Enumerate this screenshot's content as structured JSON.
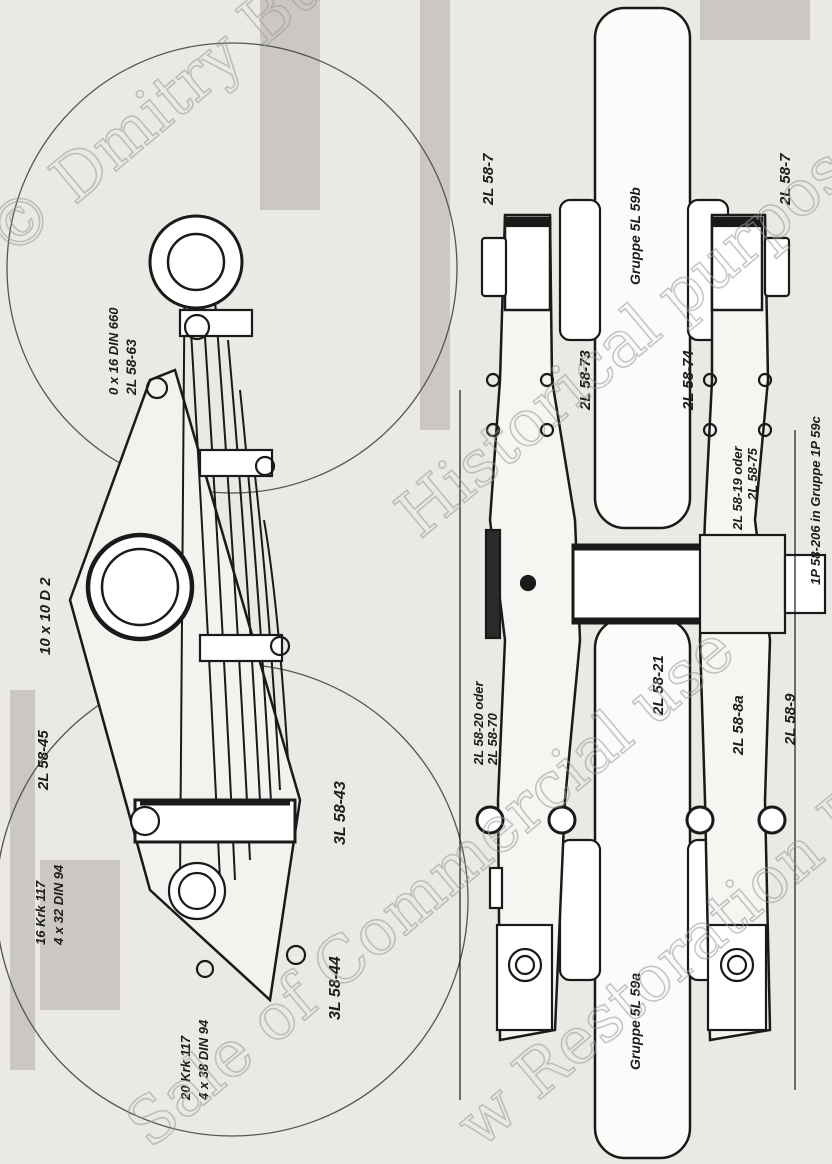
{
  "labels": {
    "top": {
      "bracket_pin": "0 x 16 DIN 660",
      "eye_bolt": "2L 58-63",
      "spring_buckle": "10 x 10 D 2",
      "lever": "2L 58-45",
      "bolt_a_line1": "16 Krk 117",
      "bolt_a_line2": "4 x 32 DIN 94",
      "bolt_b_line1": "20 Krk 117",
      "bolt_b_line2": "4 x 38 DIN 94",
      "stop_upper": "3L 58-43",
      "stop_lower": "3L 58-44"
    },
    "bottom": {
      "nut_left": "2L 58-7",
      "nut_right": "2L 58-7",
      "wheel_upper": "Gruppe 5L 59b",
      "wheel_lower": "Gruppe 5L 59a",
      "arm_left": "2L 58-73",
      "arm_right": "2L 58-74",
      "arm_alt_a": "2L 58-19 oder",
      "arm_alt_b": "2L 58-75",
      "axle_ref": "1P 58-206 in Gruppe 1P 59c",
      "bush_a": "2L 58-20 oder",
      "bush_b": "2L 58-70",
      "axle": "2L 58-21",
      "sleeve": "2L 58-8a",
      "washer": "2L 58-9"
    }
  },
  "watermark": {
    "line1": "© Dmitry Bu",
    "line2": "Historical purpose",
    "line3": "Sale of Commercial use",
    "line4": "w Restoration B"
  }
}
